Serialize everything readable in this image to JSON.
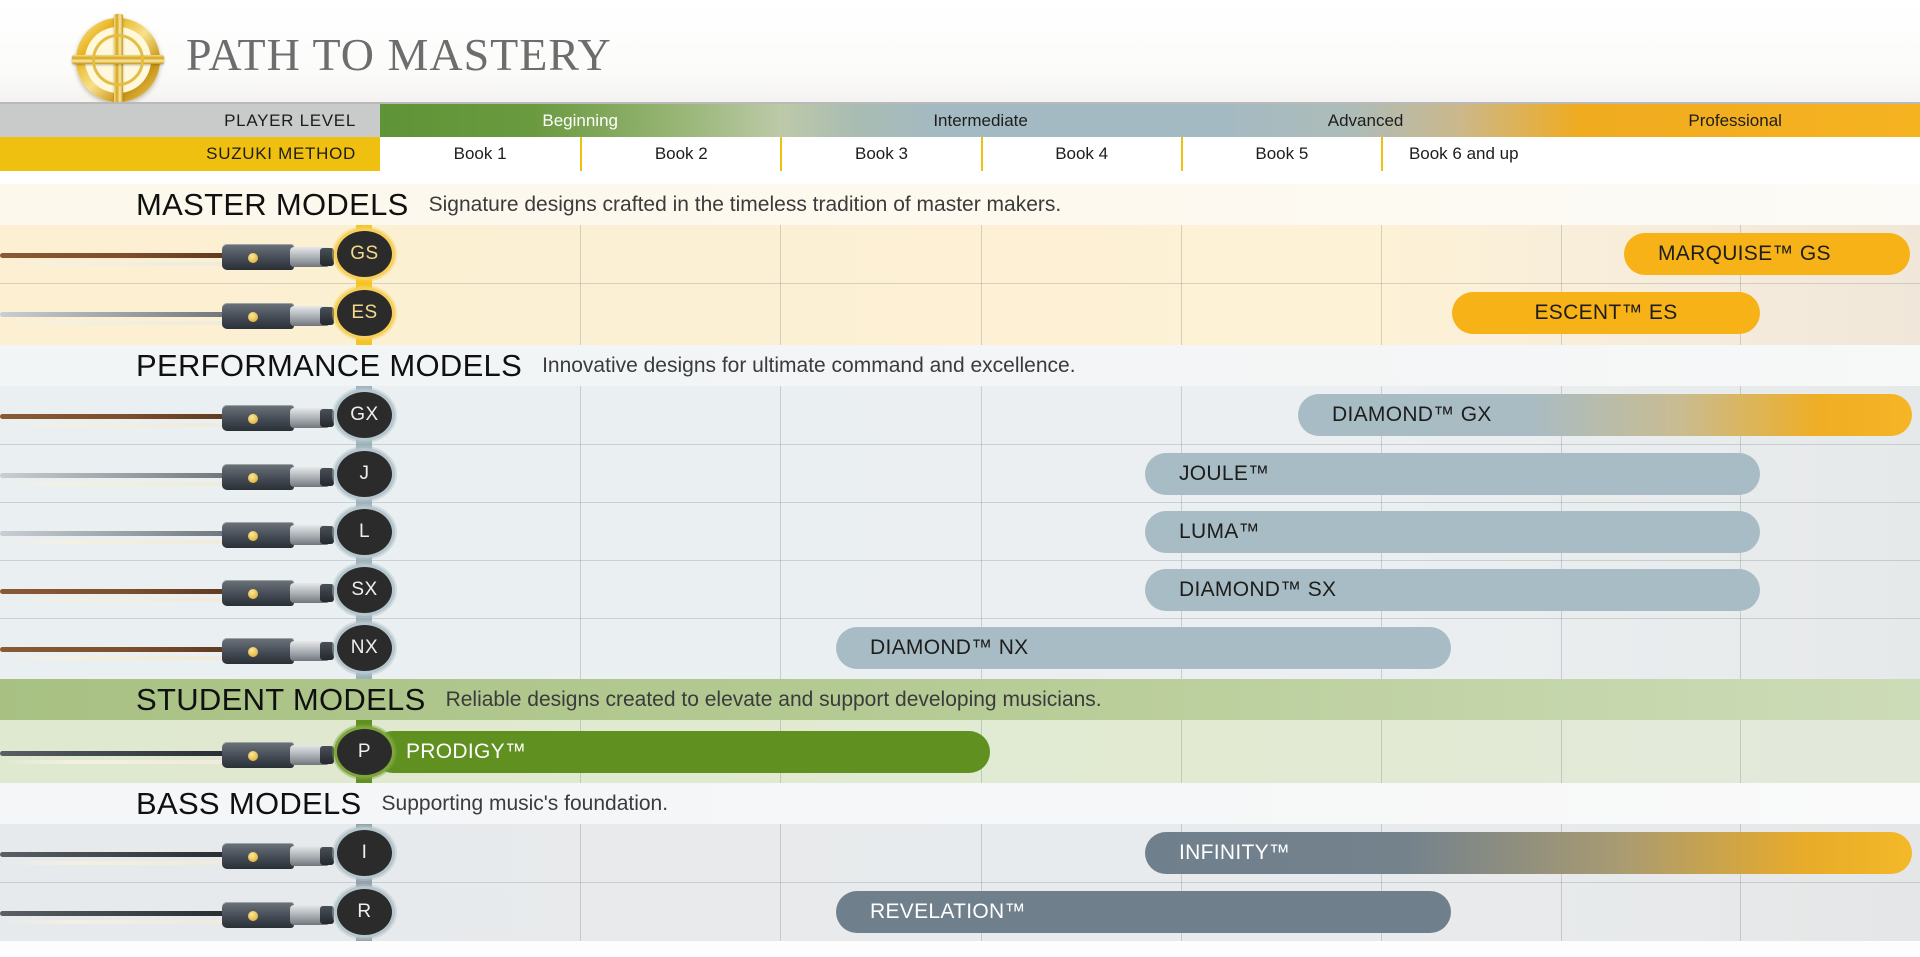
{
  "header": {
    "title": "PATH TO MASTERY",
    "logo_icon": "celtic-cross-circle-icon"
  },
  "axis": {
    "player_level_label": "PLAYER LEVEL",
    "suzuki_label": "SUZUKI METHOD",
    "levels": [
      {
        "label": "Beginning"
      },
      {
        "label": "Intermediate"
      },
      {
        "label": "Advanced"
      },
      {
        "label": "Professional"
      }
    ],
    "books": [
      {
        "label": "Book 1"
      },
      {
        "label": "Book 2"
      },
      {
        "label": "Book 3"
      },
      {
        "label": "Book 4"
      },
      {
        "label": "Book 5"
      },
      {
        "label": "Book 6 and up"
      }
    ]
  },
  "sections": [
    {
      "heading": "MASTER MODELS",
      "subheading": "Signature designs crafted in the timeless tradition of master makers.",
      "rows": [
        {
          "badge": "GS",
          "name": "MARQUISE™ GS"
        },
        {
          "badge": "ES",
          "name": "ESCENT™ ES"
        }
      ]
    },
    {
      "heading": "PERFORMANCE MODELS",
      "subheading": "Innovative designs for ultimate command and excellence.",
      "rows": [
        {
          "badge": "GX",
          "name": "DIAMOND™ GX"
        },
        {
          "badge": "J",
          "name": "JOULE™"
        },
        {
          "badge": "L",
          "name": "LUMA™"
        },
        {
          "badge": "SX",
          "name": "DIAMOND™ SX"
        },
        {
          "badge": "NX",
          "name": "DIAMOND™ NX"
        }
      ]
    },
    {
      "heading": "STUDENT MODELS",
      "subheading": "Reliable designs created to elevate and support developing musicians.",
      "rows": [
        {
          "badge": "P",
          "name": "PRODIGY™"
        }
      ]
    },
    {
      "heading": "BASS MODELS",
      "subheading": "Supporting music's foundation.",
      "rows": [
        {
          "badge": "I",
          "name": "INFINITY™"
        },
        {
          "badge": "R",
          "name": "REVELATION™"
        }
      ]
    }
  ],
  "colors": {
    "gold": "#f0c010",
    "amber": "#f7b217",
    "steel": "#a8bcc5",
    "steel_dark": "#6f7f8c",
    "green": "#5f9020",
    "grey": "#c9cbca"
  }
}
